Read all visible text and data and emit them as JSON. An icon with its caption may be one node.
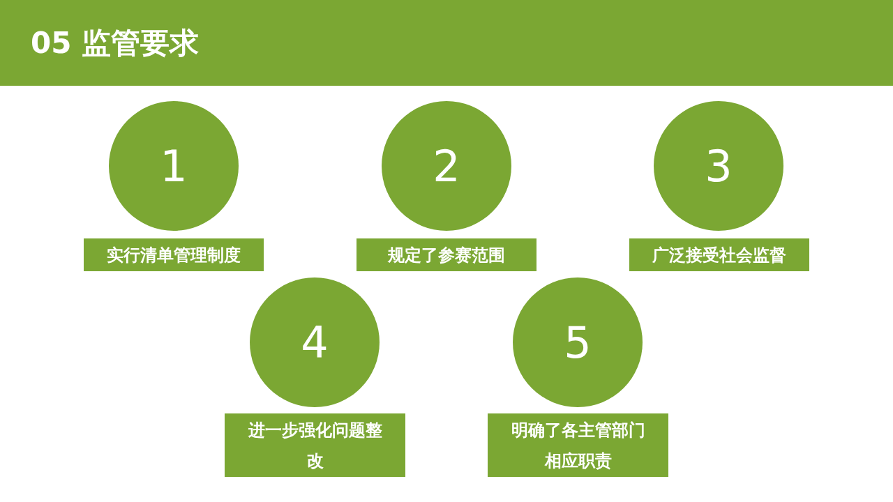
{
  "diagram": {
    "title": "05 监管要求",
    "nodes": [
      {
        "text": [
          "1"
        ]
      },
      {
        "text": [
          "实行清单管理制度"
        ]
      },
      {
        "text": [
          "2"
        ]
      },
      {
        "text": [
          "规定了参赛范围"
        ]
      },
      {
        "text": [
          "3"
        ]
      },
      {
        "text": [
          "广泛接受社会监督"
        ]
      },
      {
        "text": [
          "4"
        ]
      },
      {
        "text": [
          "进一步强化问题整改"
        ]
      },
      {
        "text": [
          "5"
        ]
      },
      {
        "text": [
          "明确了各主管部门相应职责"
        ]
      }
    ],
    "edges": []
  }
}
